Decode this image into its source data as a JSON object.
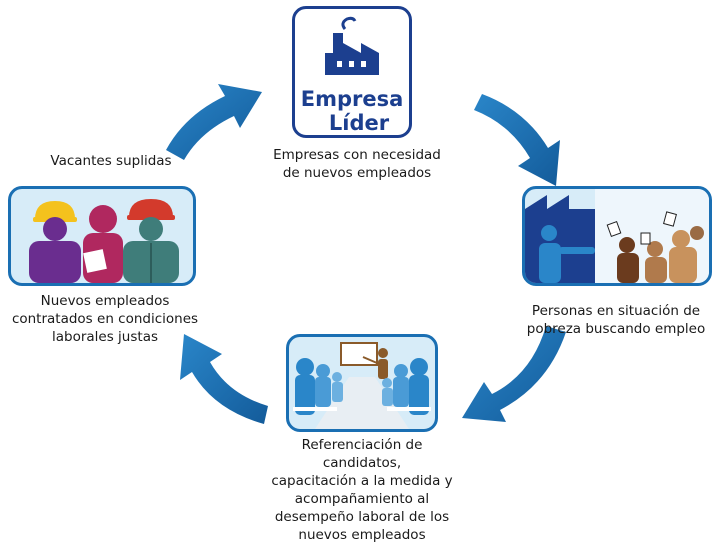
{
  "colors": {
    "accent_blue": "#1a6fb3",
    "navy": "#1c3f8f",
    "light_blue": "#d7ecf8"
  },
  "top": {
    "logo_line1": "Empresa",
    "logo_line2": "Líder",
    "caption_line1": "Empresas con necesidad",
    "caption_line2": "de nuevos empleados",
    "icon": "factory-icon"
  },
  "right": {
    "caption_line1": "Personas en situación de",
    "caption_line2": "pobreza buscando empleo",
    "icon": "job-seekers-icon"
  },
  "bottom": {
    "caption_lines": [
      "Referenciación de candidatos,",
      "capacitación a la medida y",
      "acompañamiento al",
      "desempeño laboral de los",
      "nuevos empleados"
    ],
    "icon": "training-classroom-icon"
  },
  "left": {
    "caption_lines": [
      "Nuevos empleados",
      "contratados en condiciones",
      "laborales justas"
    ],
    "icon": "workers-icon"
  },
  "top_left_label": "Vacantes suplidas"
}
